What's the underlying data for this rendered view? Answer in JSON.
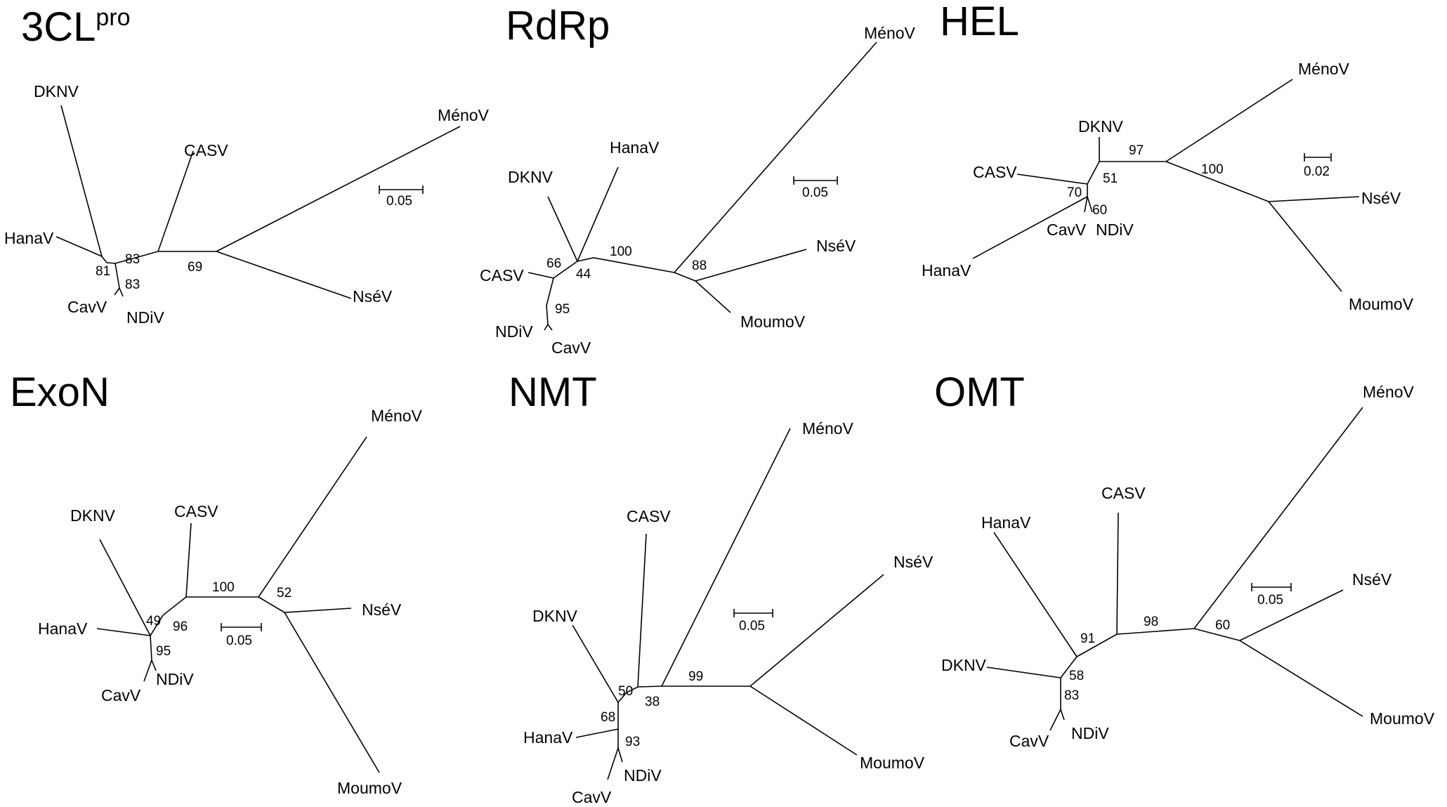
{
  "panels": [
    {
      "id": "p3clpro",
      "title": "3CL",
      "title_sup": "pro",
      "scale_label": "0.05",
      "leaves": [
        "DKNV",
        "CASV",
        "MénoV",
        "HanaV",
        "NséV",
        "CavV",
        "NDiV"
      ],
      "bootstrap": [
        "83",
        "81",
        "83",
        "69"
      ]
    },
    {
      "id": "prdrp",
      "title": "RdRp",
      "title_sup": "",
      "scale_label": "0.05",
      "leaves": [
        "MénoV",
        "HanaV",
        "DKNV",
        "NséV",
        "CASV",
        "MoumoV",
        "NDiV",
        "CavV"
      ],
      "bootstrap": [
        "66",
        "44",
        "100",
        "88",
        "95"
      ]
    },
    {
      "id": "phel",
      "title": "HEL",
      "title_sup": "",
      "scale_label": "0.02",
      "leaves": [
        "MénoV",
        "DKNV",
        "CASV",
        "NséV",
        "CavV",
        "NDiV",
        "HanaV",
        "MoumoV"
      ],
      "bootstrap": [
        "97",
        "100",
        "51",
        "70",
        "60"
      ]
    },
    {
      "id": "pexon",
      "title": "ExoN",
      "title_sup": "",
      "scale_label": "0.05",
      "leaves": [
        "MénoV",
        "DKNV",
        "CASV",
        "NséV",
        "HanaV",
        "CavV",
        "NDiV",
        "MoumoV"
      ],
      "bootstrap": [
        "100",
        "52",
        "49",
        "96",
        "95"
      ]
    },
    {
      "id": "pnmt",
      "title": "NMT",
      "title_sup": "",
      "scale_label": "0.05",
      "leaves": [
        "MénoV",
        "CASV",
        "NséV",
        "DKNV",
        "HanaV",
        "NDiV",
        "CavV",
        "MoumoV"
      ],
      "bootstrap": [
        "99",
        "50",
        "38",
        "68",
        "93"
      ]
    },
    {
      "id": "pomt",
      "title": "OMT",
      "title_sup": "",
      "scale_label": "0.05",
      "leaves": [
        "MénoV",
        "CASV",
        "HanaV",
        "NséV",
        "DKNV",
        "CavV",
        "NDiV",
        "MoumoV"
      ],
      "bootstrap": [
        "98",
        "60",
        "91",
        "58",
        "83"
      ]
    }
  ]
}
